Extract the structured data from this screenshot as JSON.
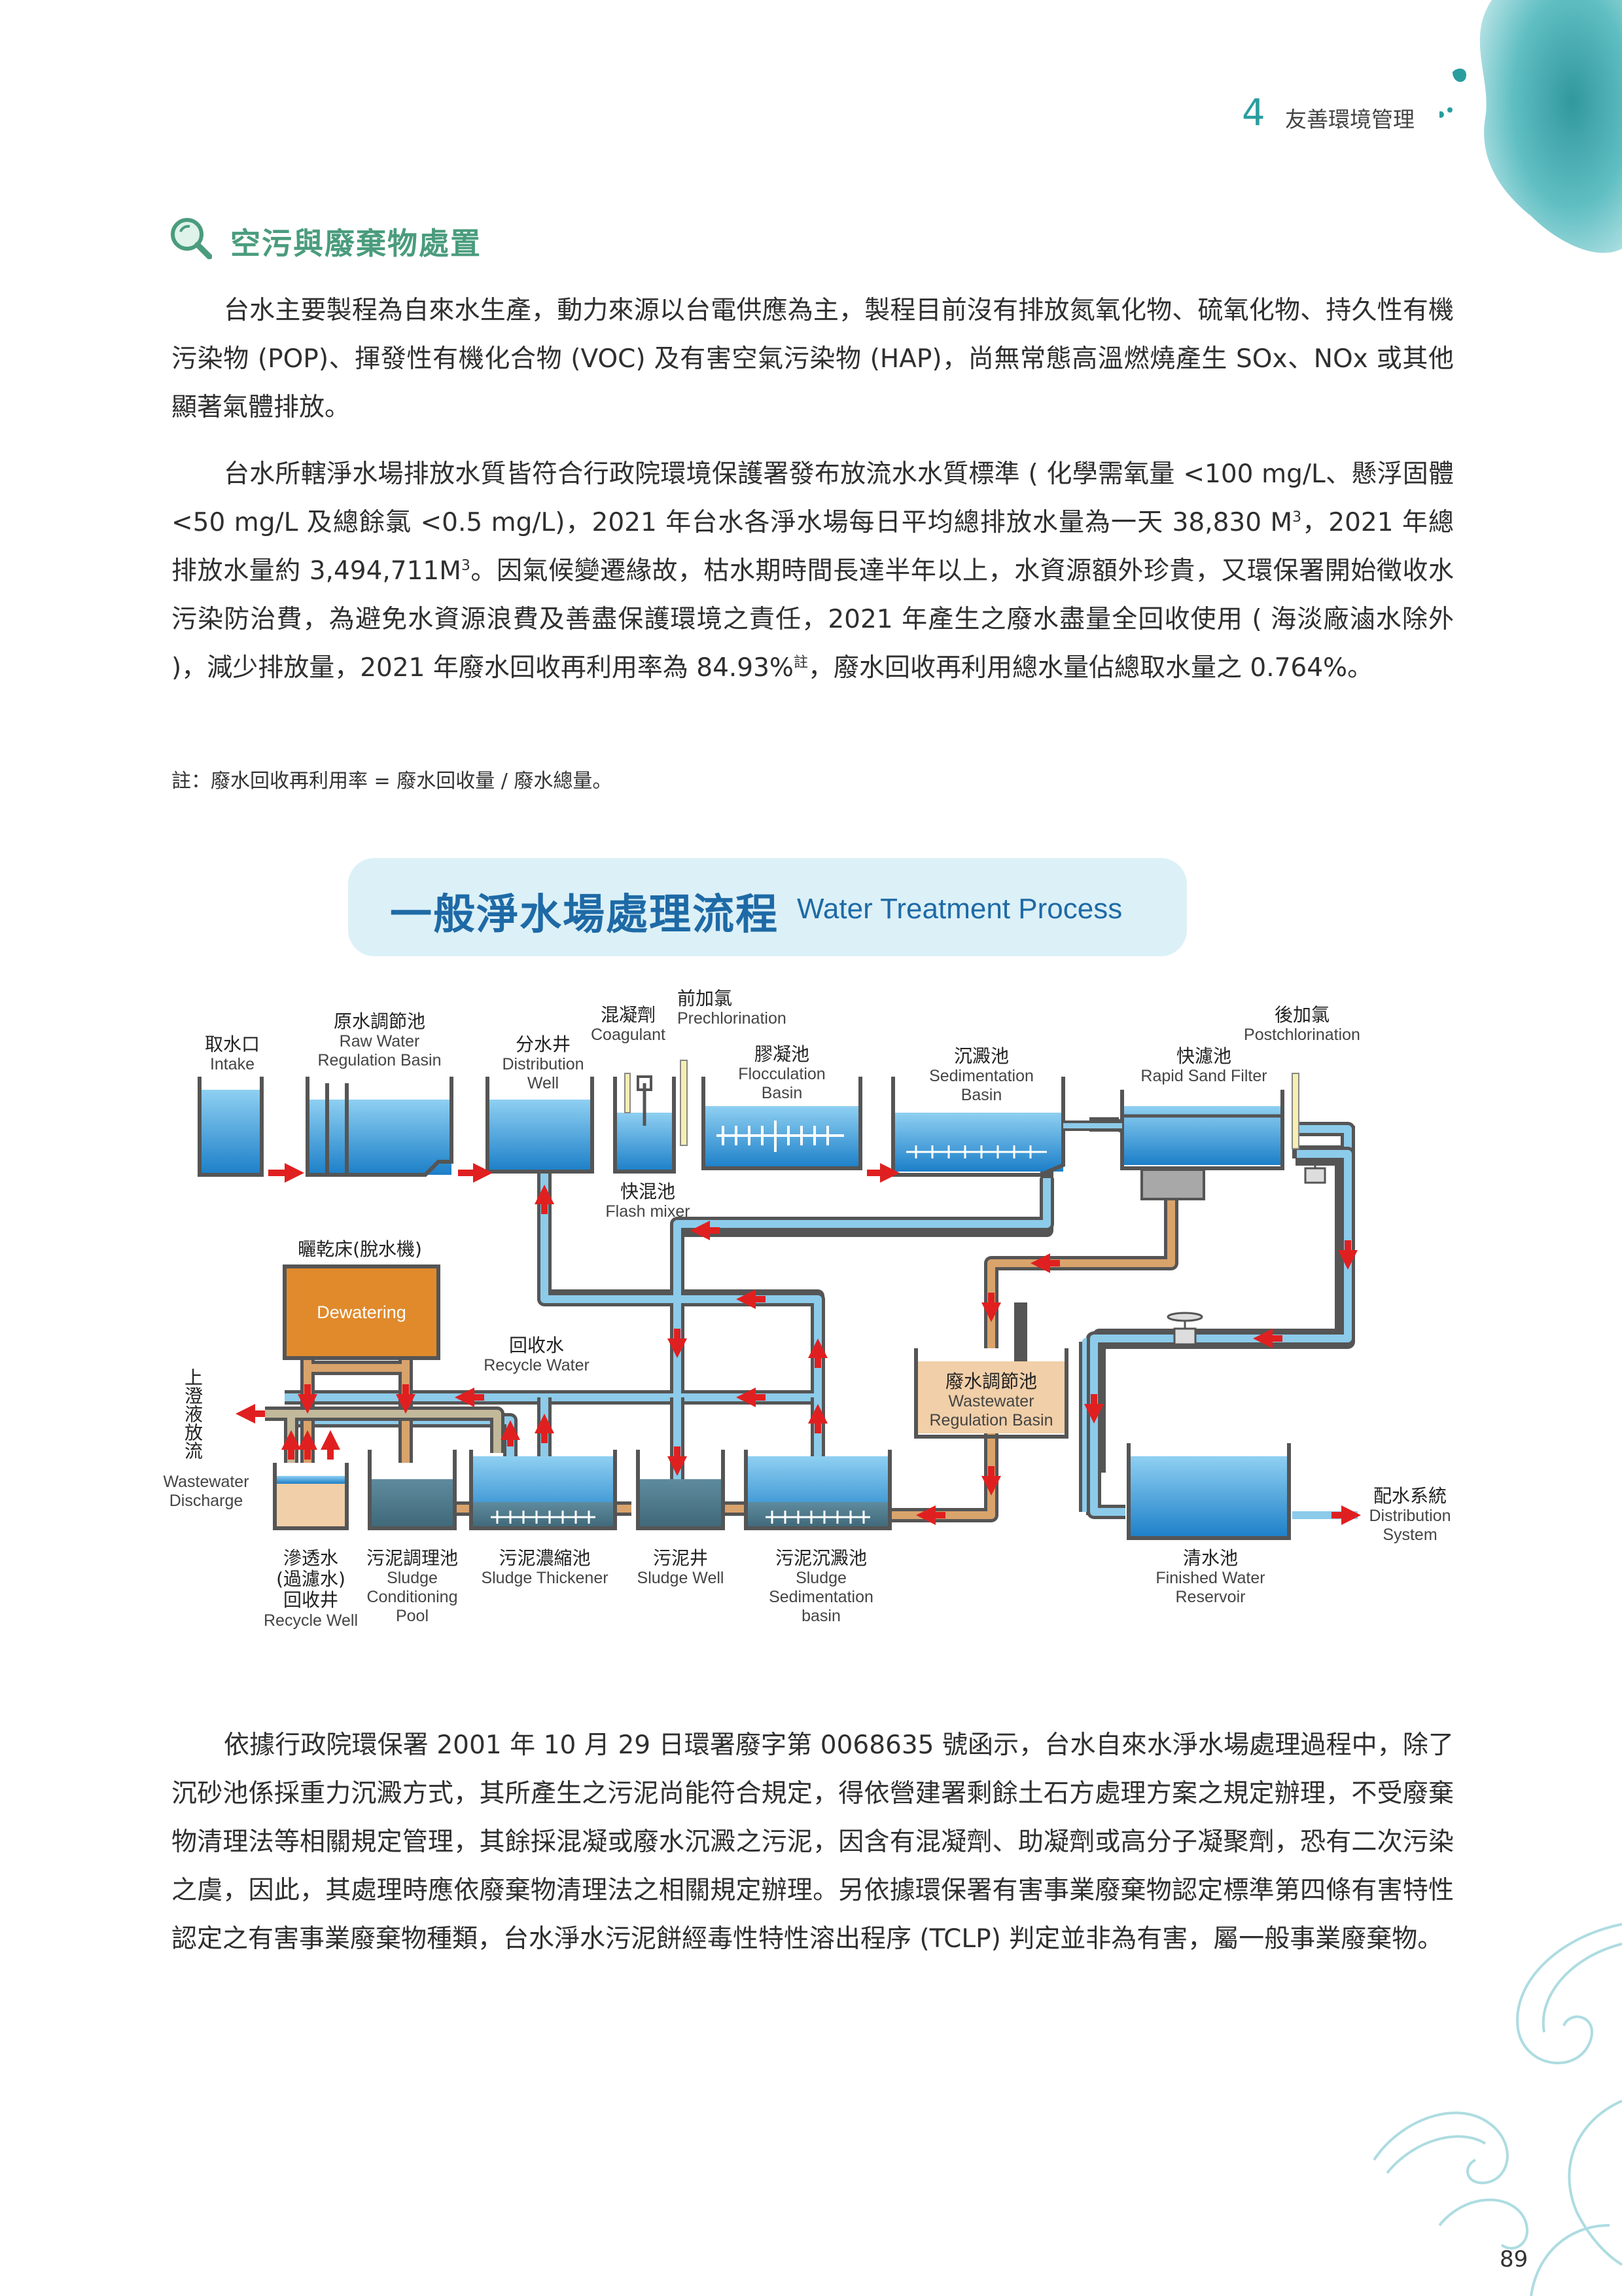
{
  "header": {
    "chapter_number": "4",
    "chapter_title": "友善環境管理"
  },
  "section": {
    "title": "空污與廢棄物處置"
  },
  "paragraphs": {
    "p1": "台水主要製程為自來水生產，動力來源以台電供應為主，製程目前沒有排放氮氧化物、硫氧化物、持久性有機污染物 (POP)、揮發性有機化合物 (VOC) 及有害空氣污染物 (HAP)，尚無常態高溫燃燒產生 SOx、NOx 或其他顯著氣體排放。",
    "p2_a": "台水所轄淨水場排放水質皆符合行政院環境保護署發布放流水水質標準 ( 化學需氧量 <100 mg/L、懸浮固體 <50 mg/L 及總餘氯 <0.5 mg/L)，2021 年台水各淨水場每日平均總排放水量為一天 38,830 M",
    "p2_sup1": "3",
    "p2_b": "，2021 年總排放水量約 3,494,711M",
    "p2_sup2": "3",
    "p2_c": "。因氣候變遷緣故，枯水期時間長達半年以上，水資源額外珍貴，又環保署開始徵收水污染防治費，為避免水資源浪費及善盡保護環境之責任，2021 年產生之廢水盡量全回收使用 ( 海淡廠滷水除外 )，減少排放量，2021 年廢水回收再利用率為 84.93%",
    "p2_sup3": "註",
    "p2_d": "，廢水回收再利用總水量佔總取水量之 0.764%。",
    "note": "註：廢水回收再利用率 = 廢水回收量 / 廢水總量。",
    "p3": "依據行政院環保署 2001 年 10 月 29 日環署廢字第 0068635 號函示，台水自來水淨水場處理過程中，除了沉砂池係採重力沉澱方式，其所產生之污泥尚能符合規定，得依營建署剩餘土石方處理方案之規定辦理，不受廢棄物清理法等相關規定管理，其餘採混凝或廢水沉澱之污泥，因含有混凝劑、助凝劑或高分子凝聚劑，恐有二次污染之虞，因此，其處理時應依廢棄物清理法之相關規定辦理。另依據環保署有害事業廢棄物認定標準第四條有害特性認定之有害事業廢棄物種類，台水淨水污泥餅經毒性特性溶出程序 (TCLP) 判定並非為有害，屬一般事業廢棄物。"
  },
  "diagram": {
    "title_zh": "一般淨水場處理流程",
    "title_en": "Water Treatment Process",
    "labels": {
      "intake_zh": "取水口",
      "intake_en": "Intake",
      "raw_zh": "原水調節池",
      "raw_en1": "Raw Water",
      "raw_en2": "Regulation Basin",
      "dist_well_zh": "分水井",
      "dist_well_en1": "Distribution",
      "dist_well_en2": "Well",
      "coag_zh": "混凝劑",
      "coag_en": "Coagulant",
      "prechl_zh": "前加氯",
      "prechl_en": "Prechlorination",
      "floc_zh": "膠凝池",
      "floc_en1": "Flocculation",
      "floc_en2": "Basin",
      "sed_zh": "沉澱池",
      "sed_en1": "Sedimentation",
      "sed_en2": "Basin",
      "filter_zh": "快濾池",
      "filter_en": "Rapid Sand Filter",
      "postchl_zh": "後加氯",
      "postchl_en": "Postchlorination",
      "flash_zh": "快混池",
      "flash_en": "Flash mixer",
      "dewater_zh": "曬乾床(脫水機)",
      "dewater_en": "Dewatering",
      "recycle_zh": "回收水",
      "recycle_en": "Recycle Water",
      "discharge_zh": "上澄液放流",
      "discharge_en1": "Wastewater",
      "discharge_en2": "Discharge",
      "ww_basin_zh": "廢水調節池",
      "ww_basin_en1": "Wastewater",
      "ww_basin_en2": "Regulation Basin",
      "dist_sys_zh": "配水系統",
      "dist_sys_en1": "Distribution",
      "dist_sys_en2": "System",
      "rwell_zh1": "滲透水",
      "rwell_zh2": "(過濾水)",
      "rwell_zh3": "回收井",
      "rwell_en": "Recycle Well",
      "scond_zh": "污泥調理池",
      "scond_en1": "Sludge",
      "scond_en2": "Conditioning",
      "scond_en3": "Pool",
      "sthick_zh": "污泥濃縮池",
      "sthick_en": "Sludge Thickener",
      "swell_zh": "污泥井",
      "swell_en": "Sludge Well",
      "ssed_zh": "污泥沉澱池",
      "ssed_en1": "Sludge",
      "ssed_en2": "Sedimentation",
      "ssed_en3": "basin",
      "reservoir_zh": "清水池",
      "reservoir_en1": "Finished Water",
      "reservoir_en2": "Reservoir"
    }
  },
  "page_number": "89",
  "colors": {
    "accent": "#2a9d9e",
    "section_title": "#4a9c7d",
    "diagram_title": "#1e6aa6",
    "water": "#3a9ad9",
    "pipe": "#8ccbea",
    "sludge_pipe": "#d9a36c",
    "arrow": "#e02020",
    "dewater": "#e08a2c"
  }
}
